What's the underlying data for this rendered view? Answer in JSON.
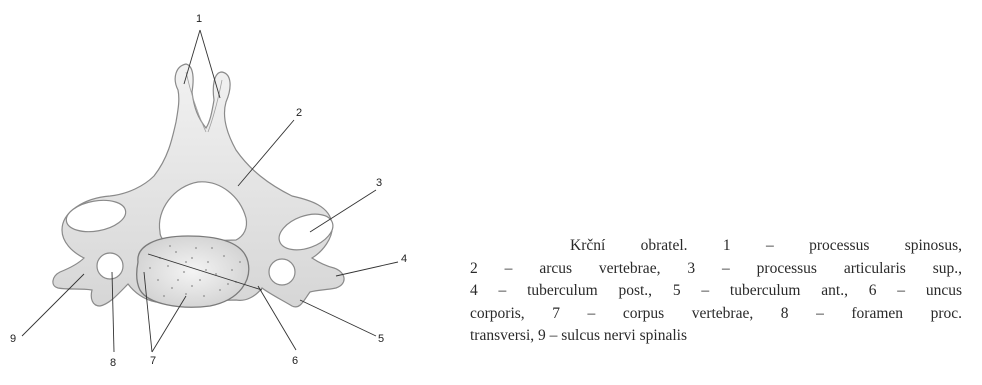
{
  "figure": {
    "labels": [
      "1",
      "2",
      "3",
      "4",
      "5",
      "6",
      "7",
      "8",
      "9"
    ]
  },
  "caption": {
    "line1": "Krční obratel. 1 – processus spinosus,",
    "line2": "2 – arcus vertebrae, 3 – processus articularis sup.,",
    "line3": "4 – tuberculum post., 5 – tuberculum ant., 6 – uncus",
    "line4": "corporis, 7 – corpus vertebrae, 8 – foramen proc.",
    "line5": "transversi, 9 – sulcus nervi spinalis"
  }
}
